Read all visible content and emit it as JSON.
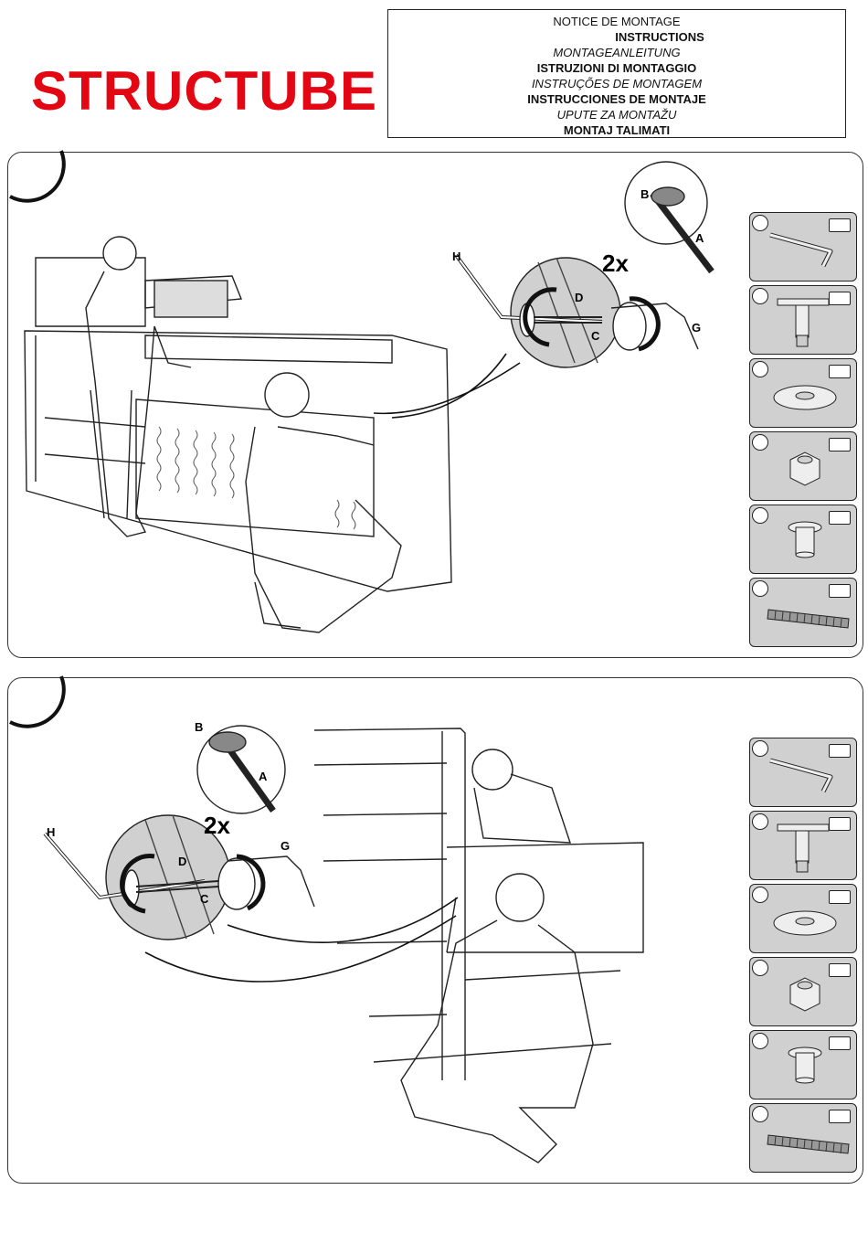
{
  "brand": {
    "name": "STRUCTUBE",
    "color": "#e30613"
  },
  "header": {
    "lines": [
      "NOTICE DE MONTAGE",
      "INSTRUCTIONS",
      "MONTAGEANLEITUNG",
      "ISTRUZIONI DI MONTAGGIO",
      "INSTRUÇÕES DE MONTAGEM",
      "INSTRUCCIONES DE MONTAJE",
      "UPUTE ZA MONTAŽU",
      "MONTAJ TALIMATI"
    ]
  },
  "steps": [
    {
      "multiplier": "2x",
      "labels": {
        "a": "A",
        "b": "B",
        "c": "C",
        "d": "D",
        "g": "G",
        "h": "H"
      },
      "parts": [
        {
          "icon": "allen-key-icon"
        },
        {
          "icon": "t-wrench-icon"
        },
        {
          "icon": "washer-icon"
        },
        {
          "icon": "nut-icon"
        },
        {
          "icon": "barrel-nut-icon"
        },
        {
          "icon": "threaded-rod-icon"
        }
      ]
    },
    {
      "multiplier": "2x",
      "labels": {
        "a": "A",
        "b": "B",
        "c": "C",
        "d": "D",
        "g": "G",
        "h": "H"
      },
      "parts": [
        {
          "icon": "allen-key-icon"
        },
        {
          "icon": "t-wrench-icon"
        },
        {
          "icon": "washer-icon"
        },
        {
          "icon": "nut-icon"
        },
        {
          "icon": "barrel-nut-icon"
        },
        {
          "icon": "threaded-rod-icon"
        }
      ]
    }
  ]
}
